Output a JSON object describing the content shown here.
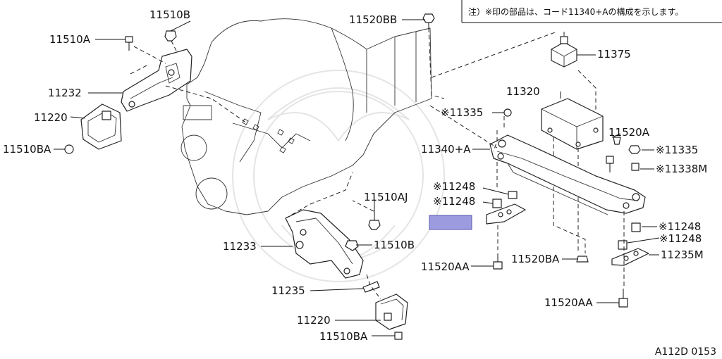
{
  "note": "注）※印の部品は、コード11340+Aの構成を示します。",
  "drawing_code": "A112D 0153",
  "labels": {
    "l11510B_top": "11510B",
    "l11510A": "11510A",
    "l11232": "11232",
    "l11220_top": "11220",
    "l11510BA_top": "11510BA",
    "l11520BB": "11520BB",
    "l11375": "11375",
    "l11320": "11320",
    "l11335_a": "※11335",
    "l11520A": "11520A",
    "l11340A": "11340+A",
    "l11335_b": "※11335",
    "l11338M": "※11338M",
    "l11248_a": "※11248",
    "l11248_b": "※11248",
    "l11510AJ": "11510AJ",
    "l11248_c": "※11248",
    "l11248_d": "※11248",
    "l11233": "11233",
    "l11510B_bot": "11510B",
    "l11235M": "11235M",
    "l11520AA_a": "11520AA",
    "l11520BA": "11520BA",
    "l11235": "11235",
    "l11520AA_b": "11520AA",
    "l11220_bot": "11220",
    "l11510BA_bot": "11510BA"
  },
  "highlight_color": "#9c9be0"
}
